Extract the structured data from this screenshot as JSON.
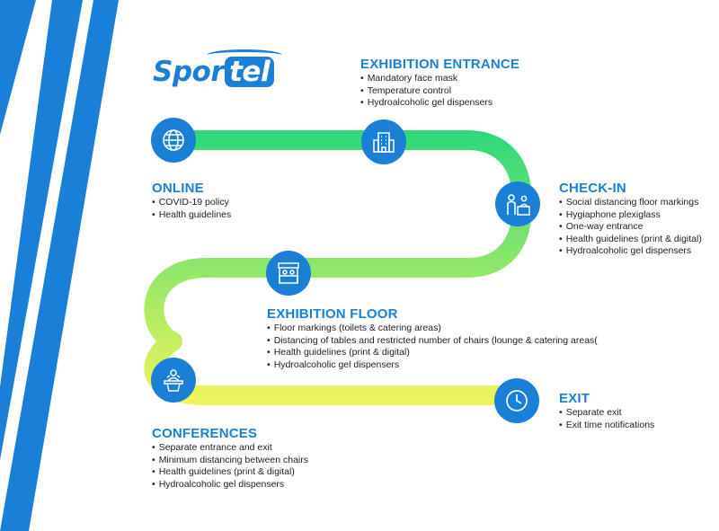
{
  "logo": {
    "part1": "Spor",
    "part2": "tel"
  },
  "colors": {
    "accent": "#1a7fd6",
    "path_start": "#2fd979",
    "path_end": "#eef55a"
  },
  "stages": {
    "exhibition_entrance": {
      "title": "EXHIBITION ENTRANCE",
      "items": [
        "Mandatory face mask",
        "Temperature control",
        "Hydroalcoholic gel dispensers"
      ],
      "icon": "building-icon"
    },
    "online": {
      "title": "ONLINE",
      "items": [
        "COVID-19 policy",
        "Health guidelines"
      ],
      "icon": "globe-icon"
    },
    "check_in": {
      "title": "CHECK-IN",
      "items": [
        "Social distancing floor markings",
        "Hygiaphone plexiglass",
        "One-way entrance",
        "Health guidelines (print & digital)",
        "Hydroalcoholic gel dispensers"
      ],
      "icon": "reception-desk-icon"
    },
    "exhibition_floor": {
      "title": "EXHIBITION FLOOR",
      "items": [
        "Floor markings (toilets & catering areas)",
        "Distancing of tables and restricted number of chairs (lounge & catering areas(",
        "Health guidelines (print & digital)",
        "Hydroalcoholic gel dispensers"
      ],
      "icon": "booth-icon"
    },
    "exit": {
      "title": "EXIT",
      "items": [
        "Separate exit",
        "Exit time notifications"
      ],
      "icon": "clock-icon"
    },
    "conferences": {
      "title": "CONFERENCES",
      "items": [
        "Separate entrance and exit",
        "Minimum distancing between chairs",
        "Health guidelines (print & digital)",
        "Hydroalcoholic gel dispensers"
      ],
      "icon": "speaker-podium-icon"
    }
  }
}
